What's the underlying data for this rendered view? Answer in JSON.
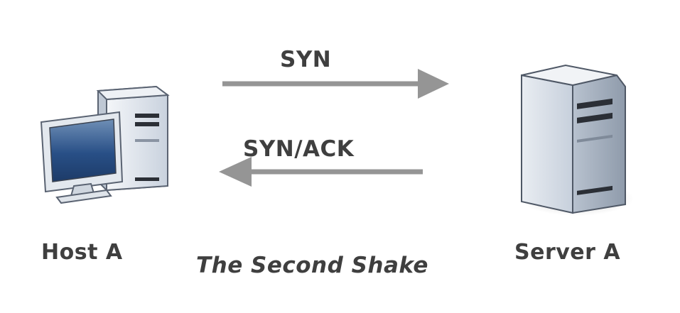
{
  "diagram": {
    "arrows": [
      {
        "label": "SYN",
        "direction": "right"
      },
      {
        "label": "SYN/ACK",
        "direction": "left"
      }
    ],
    "nodes": [
      {
        "label": "Host A",
        "icon": "desktop-computer-icon"
      },
      {
        "label": "Server A",
        "icon": "server-tower-icon"
      }
    ],
    "caption": "The Second Shake",
    "colors": {
      "arrow": "#959595",
      "text": "#3f3f3f",
      "screen": "#284f86",
      "case": "#d6dde6"
    }
  }
}
